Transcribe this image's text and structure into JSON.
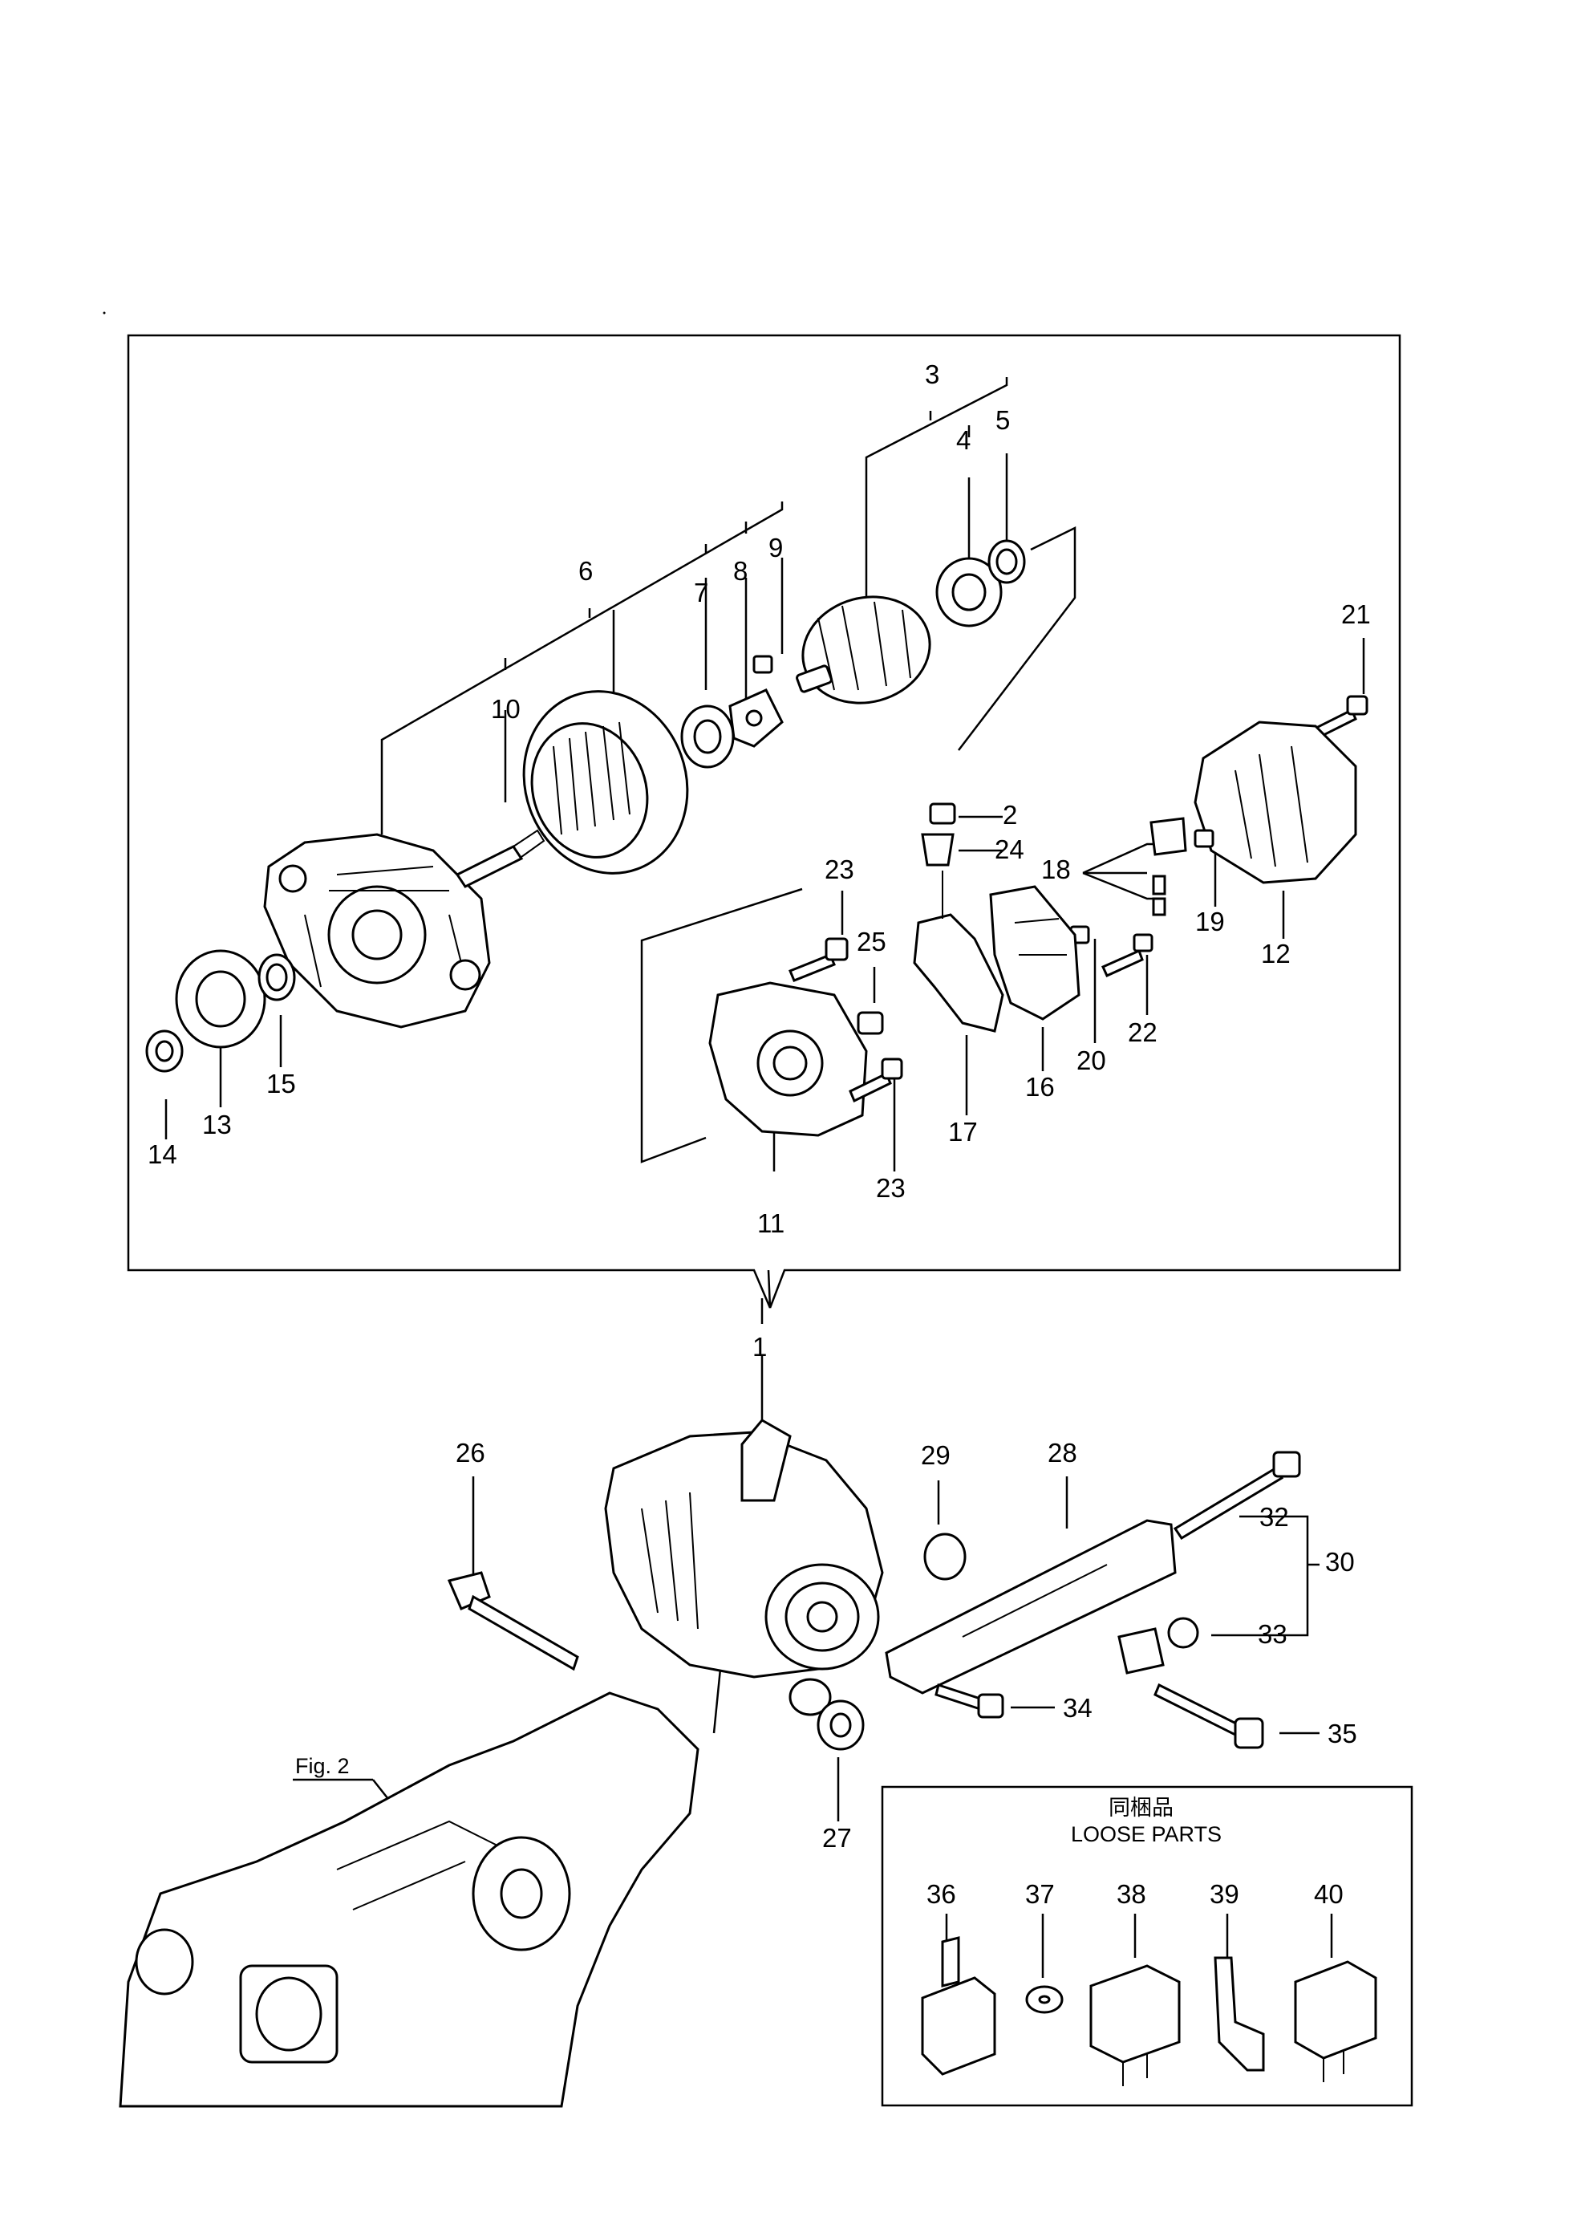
{
  "parts": {
    "p1": "1",
    "p2": "2",
    "p3": "3",
    "p4": "4",
    "p5": "5",
    "p6": "6",
    "p7": "7",
    "p8": "8",
    "p9": "9",
    "p10": "10",
    "p11": "11",
    "p12": "12",
    "p13": "13",
    "p14": "14",
    "p15": "15",
    "p16": "16",
    "p17": "17",
    "p18": "18",
    "p19": "19",
    "p20": "20",
    "p21": "21",
    "p22": "22",
    "p23a": "23",
    "p23b": "23",
    "p24": "24",
    "p25": "25",
    "p26": "26",
    "p27": "27",
    "p28": "28",
    "p29": "29",
    "p30": "30",
    "p32": "32",
    "p33": "33",
    "p34": "34",
    "p35": "35",
    "p36": "36",
    "p37": "37",
    "p38": "38",
    "p39": "39",
    "p40": "40"
  },
  "figure_reference": "Fig. 2",
  "loose_parts": {
    "title_jp": "同梱品",
    "title_en": "LOOSE PARTS"
  }
}
